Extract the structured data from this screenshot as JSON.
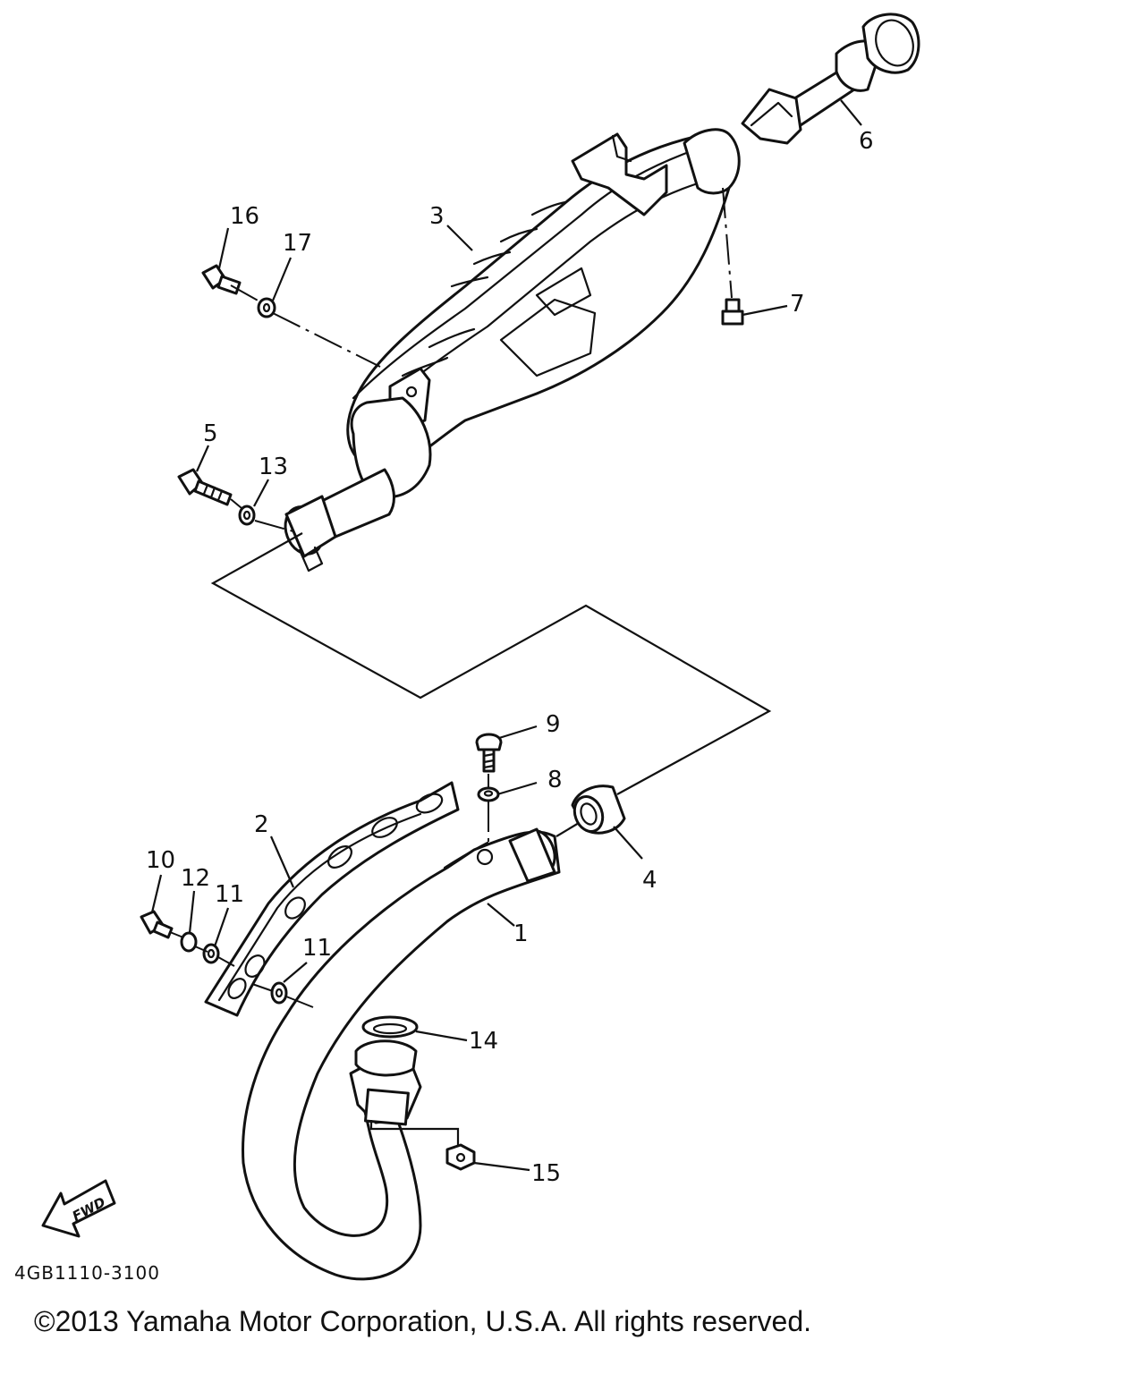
{
  "callouts": {
    "c1": "1",
    "c2": "2",
    "c3": "3",
    "c4": "4",
    "c5": "5",
    "c6": "6",
    "c7": "7",
    "c8": "8",
    "c9": "9",
    "c10": "10",
    "c11a": "11",
    "c11b": "11",
    "c12": "12",
    "c13": "13",
    "c14": "14",
    "c15": "15",
    "c16": "16",
    "c17": "17"
  },
  "fwd_label": "FWD",
  "diagram_code": "4GB1110-3100",
  "copyright": "©2013 Yamaha Motor Corporation, U.S.A. All rights reserved."
}
